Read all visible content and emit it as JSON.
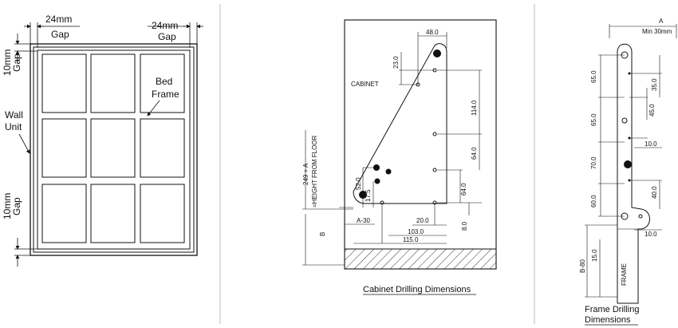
{
  "panel1": {
    "gap_left_width": "24mm",
    "gap_left_word": "Gap",
    "gap_right_width": "24mm",
    "gap_right_word": "Gap",
    "gap_top": "10mm",
    "gap_top_word": "Gap",
    "gap_bottom": "10mm",
    "gap_bottom_word": "Gap",
    "wall_unit_line1": "Wall",
    "wall_unit_line2": "Unit",
    "bed_frame_line1": "Bed",
    "bed_frame_line2": "Frame"
  },
  "panel2": {
    "cabinet_label": "CABINET",
    "height_line1": "249 + A",
    "height_line2": "=HEIGHT FROM FLOOR",
    "dims": {
      "d48": "48.0",
      "d23": "23.0",
      "d114": "114.0",
      "d64a": "64.0",
      "d64b": "64.0",
      "d52": "52.0",
      "d17_5": "17.5",
      "a30": "A-30",
      "d20": "20.0",
      "d8": "8.0",
      "d103": "103.0",
      "d115": "115.0",
      "b": "B"
    },
    "caption": "Cabinet Drilling Dimensions"
  },
  "panel3": {
    "a_label": "A",
    "min_label": "Min 30mm",
    "dims": {
      "d65a": "65.0",
      "d65b": "65.0",
      "d70": "70.0",
      "d60": "60.0",
      "d35": "35.0",
      "d45": "45.0",
      "d10a": "10.0",
      "d40": "40.0",
      "d10b": "10.0",
      "b80": "B-80",
      "d15": "15.0"
    },
    "frame_label": "FRAME",
    "caption_line1": "Frame Drilling",
    "caption_line2": "Dimensions"
  }
}
